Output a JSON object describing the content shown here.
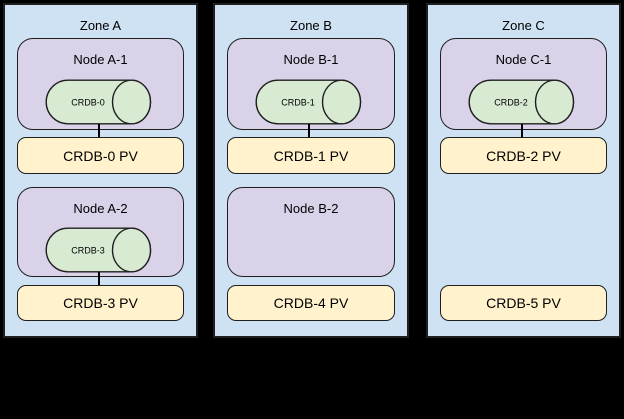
{
  "diagram": {
    "colors": {
      "background": "#000000",
      "zone_fill": "#cfe2f3",
      "node_fill": "#d9d2e9",
      "cylinder_fill": "#d9ead3",
      "pv_fill": "#fff2cc",
      "border": "#1f1f1f"
    },
    "zones": [
      {
        "label": "Zone A",
        "nodes": [
          {
            "label": "Node A-1",
            "pod": "CRDB-0"
          },
          {
            "label": "Node A-2",
            "pod": "CRDB-3"
          }
        ],
        "pvs": [
          "CRDB-0 PV",
          "CRDB-3 PV"
        ]
      },
      {
        "label": "Zone B",
        "nodes": [
          {
            "label": "Node B-1",
            "pod": "CRDB-1"
          },
          {
            "label": "Node B-2"
          }
        ],
        "pvs": [
          "CRDB-1 PV",
          "CRDB-4 PV"
        ]
      },
      {
        "label": "Zone C",
        "nodes": [
          {
            "label": "Node C-1",
            "pod": "CRDB-2"
          }
        ],
        "pvs": [
          "CRDB-2 PV",
          "CRDB-5 PV"
        ]
      }
    ]
  }
}
